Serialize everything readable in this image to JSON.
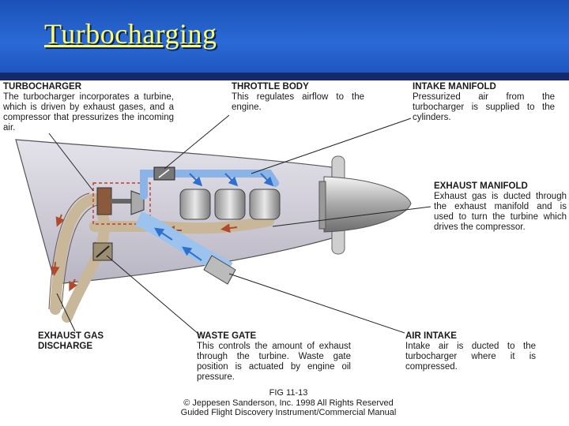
{
  "slide": {
    "title": "Turbocharging"
  },
  "labels": {
    "turbocharger": {
      "heading": "TURBOCHARGER",
      "body": "The turbocharger incorporates a turbine, which is driven by exhaust gases, and a compressor that pressurizes the incoming air."
    },
    "throttle_body": {
      "heading": "THROTTLE BODY",
      "body": "This regulates airflow to the engine."
    },
    "intake_manifold": {
      "heading": "INTAKE MANIFOLD",
      "body": "Pressurized air from the turbocharger is supplied to the cylinders."
    },
    "exhaust_manifold": {
      "heading": "EXHAUST MANIFOLD",
      "body": "Exhaust gas is ducted through the exhaust manifold and is used to turn the turbine which drives the compressor."
    },
    "exhaust_gas_discharge": {
      "heading_line1": "EXHAUST GAS",
      "heading_line2": "DISCHARGE"
    },
    "waste_gate": {
      "heading": "WASTE GATE",
      "body": "This controls the amount of exhaust through the turbine. Waste gate position is actuated by engine oil pressure."
    },
    "air_intake": {
      "heading": "AIR INTAKE",
      "body": "Intake air is ducted to the turbocharger where it is compressed."
    }
  },
  "credit": {
    "line1": "FIG 11-13",
    "line2": "© Jeppesen Sanderson, Inc. 1998 All Rights Reserved",
    "line3": "Guided Flight Discovery Instrument/Commercial Manual"
  },
  "colors": {
    "slide_blue": "#1c50b8",
    "title_yellow": "#ffff66",
    "duct_tan": "#c9b79a",
    "airflow_blue": "#3a78d8",
    "exhaust_arrow": "#b04a2a"
  }
}
